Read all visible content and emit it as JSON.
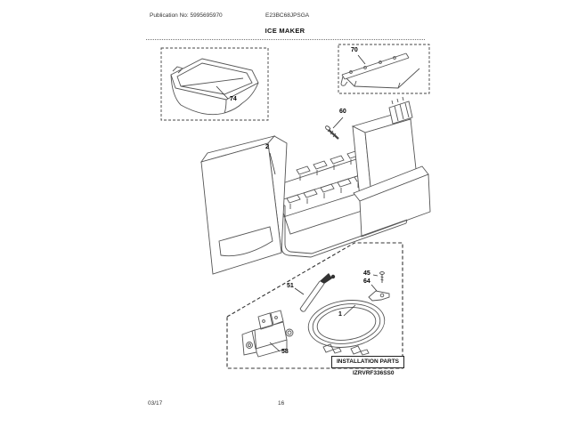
{
  "header": {
    "publication": "Publication No: 5995695970",
    "model": "E23BC68JPSGA",
    "title": "ICE MAKER"
  },
  "diagram": {
    "callouts": {
      "ice_container": "74",
      "mounting_bracket": "70",
      "ice_maker_assembly": "2",
      "screw": "60",
      "fill_tube": "51",
      "screw_small": "45",
      "clamp": "64",
      "water_line": "1",
      "water_valve": "58"
    },
    "installation_label": "INSTALLATION PARTS",
    "diagram_id": "IZRVRF336SS0"
  },
  "footer": {
    "date": "03/17",
    "page": "16"
  }
}
